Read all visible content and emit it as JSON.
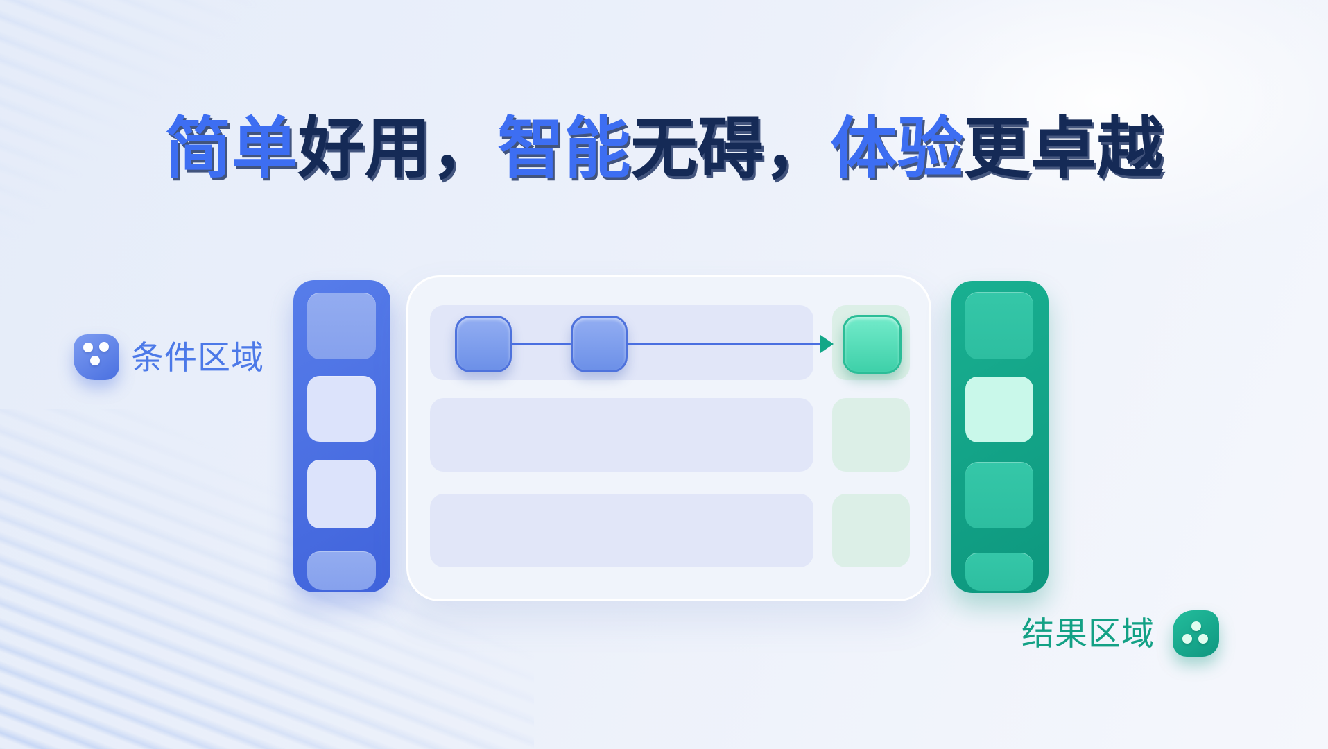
{
  "title": {
    "full_text": "简单好用，智能无碍，体验更卓越",
    "segments": [
      {
        "text": "简单",
        "tone": "blue"
      },
      {
        "text": "好用，",
        "tone": "navy"
      },
      {
        "text": "智能",
        "tone": "blue"
      },
      {
        "text": "无碍，",
        "tone": "navy"
      },
      {
        "text": "体验",
        "tone": "blue"
      },
      {
        "text": "更卓越",
        "tone": "navy"
      }
    ]
  },
  "legend": {
    "condition": {
      "label": "条件区域",
      "icon": "dice-three-dots-icon"
    },
    "result": {
      "label": "结果区域",
      "icon": "dice-three-dots-icon"
    }
  },
  "colors": {
    "title_blue": "#3D6EF2",
    "title_navy": "#152A56",
    "condition_accent": "#4C79E8",
    "result_accent": "#13A185",
    "condition_column_fill": "#4B72E3",
    "result_column_fill": "#12A389",
    "flow_line": "#4A6FE0",
    "arrow_head": "#12A788"
  },
  "diagram": {
    "condition_column_cells": [
      "filled",
      "empty",
      "empty",
      "filled"
    ],
    "result_column_cells": [
      "filled",
      "highlight",
      "filled",
      "filled"
    ],
    "flow_rows": [
      {
        "condition_nodes": 2,
        "has_arrow": true,
        "has_result_node": true
      },
      {
        "condition_nodes": 0,
        "has_arrow": false,
        "has_result_node": false
      },
      {
        "condition_nodes": 0,
        "has_arrow": false,
        "has_result_node": false
      }
    ]
  }
}
